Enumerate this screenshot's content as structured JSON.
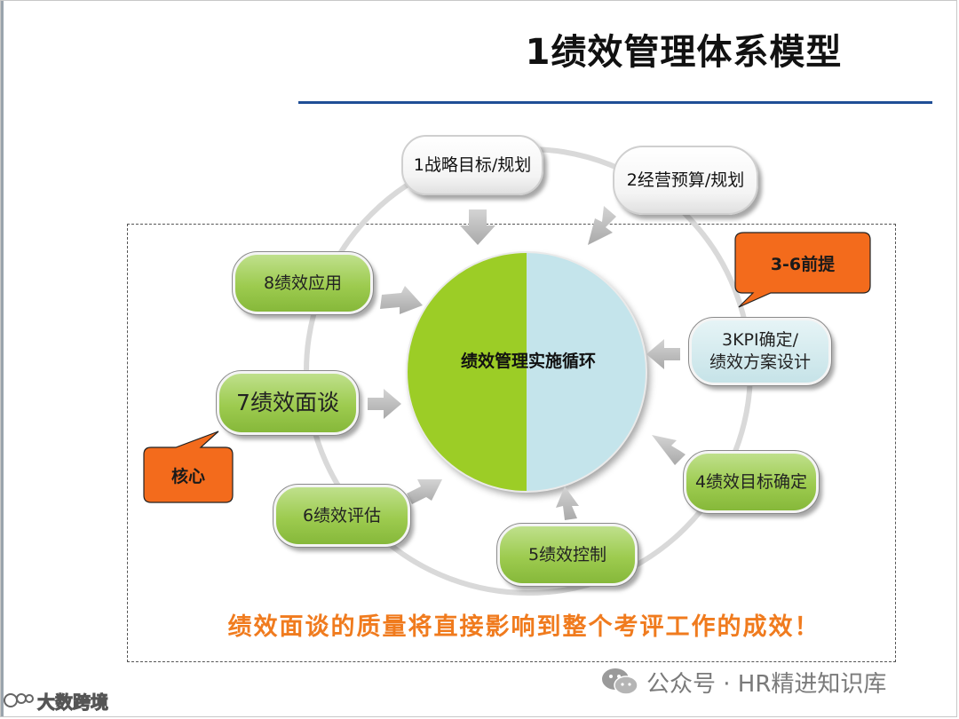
{
  "title": "1绩效管理体系模型",
  "center_label": "绩效管理实施循环",
  "nodes": {
    "n1": "1战略目标/规划",
    "n2": "2经营预算/规划",
    "n3_line1": "3KPI确定/",
    "n3_line2": "绩效方案设计",
    "n4": "4绩效目标确定",
    "n5": "5绩效控制",
    "n6": "6绩效评估",
    "n7": "7绩效面谈",
    "n8": "8绩效应用"
  },
  "callouts": {
    "premise": "3-6前提",
    "core": "核心"
  },
  "bottom_note": "绩效面谈的质量将直接影响到整个考评工作的成效！",
  "watermark": {
    "text": "公众号 · HR精进知识库",
    "icon": "wechat-icon"
  },
  "corner_mark": "大数跨境",
  "colors": {
    "green": "#9dcb4f",
    "light_blue": "#c6e3e8",
    "orange": "#f36b1c",
    "note_orange": "#f07b1e",
    "title_rule": "#1f4e96"
  }
}
